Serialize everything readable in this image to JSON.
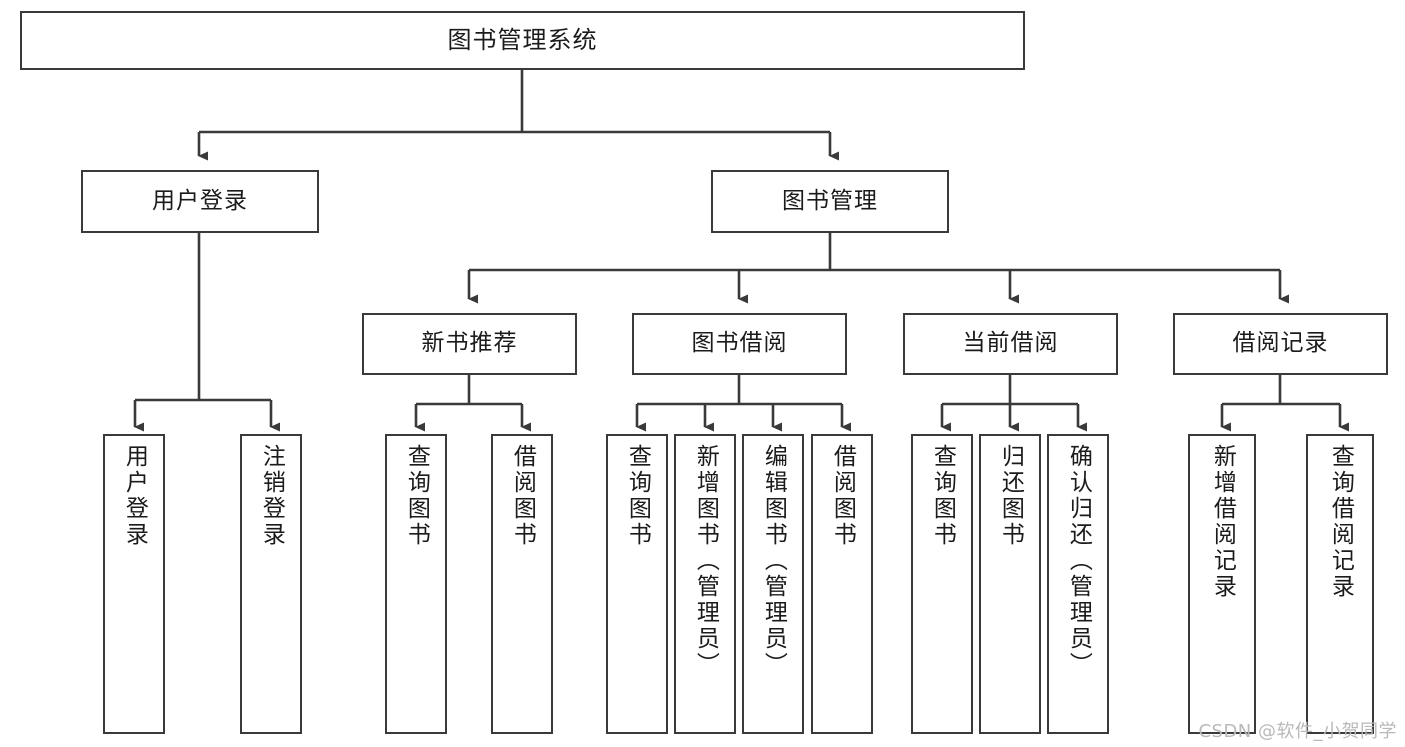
{
  "diagram": {
    "title": "图书管理系统",
    "type": "tree-hierarchy-diagram",
    "colors": {
      "stroke": "#3a3a3a",
      "fill": "#ffffff",
      "text": "#1b1b1b",
      "watermark": "#b9b9b9",
      "background": "#ffffff"
    },
    "root": {
      "label": "图书管理系统"
    },
    "level2": [
      {
        "label": "用户登录"
      },
      {
        "label": "图书管理"
      }
    ],
    "level3": [
      {
        "label": "新书推荐"
      },
      {
        "label": "图书借阅"
      },
      {
        "label": "当前借阅"
      },
      {
        "label": "借阅记录"
      }
    ],
    "leaves": {
      "user_login": [
        {
          "label": "用户登录"
        },
        {
          "label": "注销登录"
        }
      ],
      "new_book_recommend": [
        {
          "label": "查询图书"
        },
        {
          "label": "借阅图书"
        }
      ],
      "book_borrow": [
        {
          "label": "查询图书"
        },
        {
          "label": "新增图书（管理员）"
        },
        {
          "label": "编辑图书（管理员）"
        },
        {
          "label": "借阅图书"
        }
      ],
      "current_borrow": [
        {
          "label": "查询图书"
        },
        {
          "label": "归还图书"
        },
        {
          "label": "确认归还（管理员）"
        }
      ],
      "borrow_record": [
        {
          "label": "新增借阅记录"
        },
        {
          "label": "查询借阅记录"
        }
      ]
    }
  },
  "watermark": {
    "text": "CSDN @软件_小贺同学"
  }
}
